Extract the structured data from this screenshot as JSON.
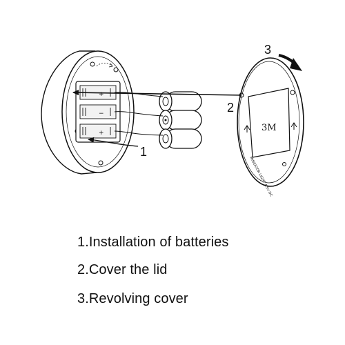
{
  "diagram": {
    "callouts": [
      "1",
      "2",
      "3"
    ],
    "tape_label": "3M",
    "lid_imprint": "MINIDOOR LIGHT 4.5V DC"
  },
  "steps": [
    {
      "text": "1.Installation of batteries"
    },
    {
      "text": "2.Cover the lid"
    },
    {
      "text": "3.Revolving cover"
    }
  ],
  "colors": {
    "line": "#111111",
    "background": "#ffffff"
  }
}
